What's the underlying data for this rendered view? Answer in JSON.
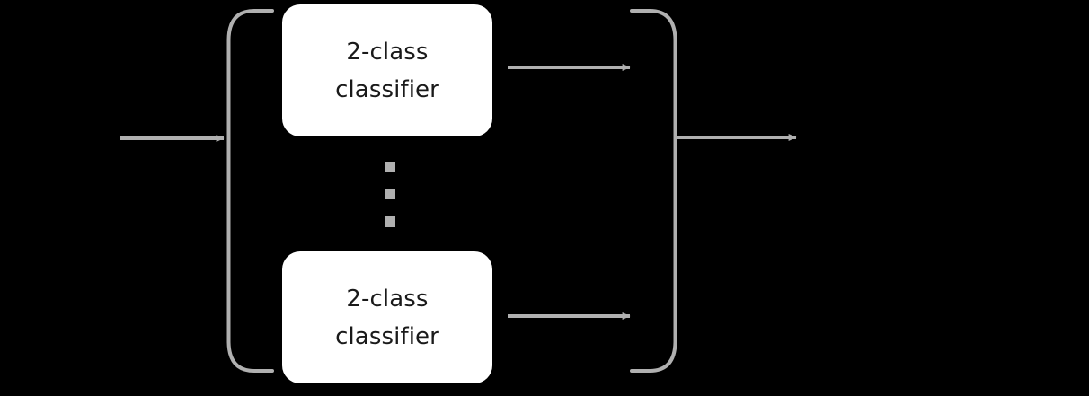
{
  "diagram": {
    "title": "ensemble-of-binary-classifiers",
    "background_color": "#000000",
    "stroke_color": "#b0b0b0",
    "box_fill_color": "#ffffff",
    "text_color": "#1a1a1a",
    "boxes": [
      {
        "id": "top",
        "label": "2-class\nclassifier"
      },
      {
        "id": "bottom",
        "label": "2-class\nclassifier"
      }
    ],
    "ellipsis": {
      "name": "vertical-ellipsis",
      "dot_count": 3,
      "dot_color": "#b0b0b0"
    },
    "arrows": [
      {
        "id": "input",
        "label": ""
      },
      {
        "id": "top-branch",
        "label": ""
      },
      {
        "id": "bottom-branch",
        "label": ""
      },
      {
        "id": "output",
        "label": ""
      }
    ],
    "brackets": [
      {
        "id": "left",
        "label": ""
      },
      {
        "id": "right",
        "label": ""
      }
    ]
  }
}
